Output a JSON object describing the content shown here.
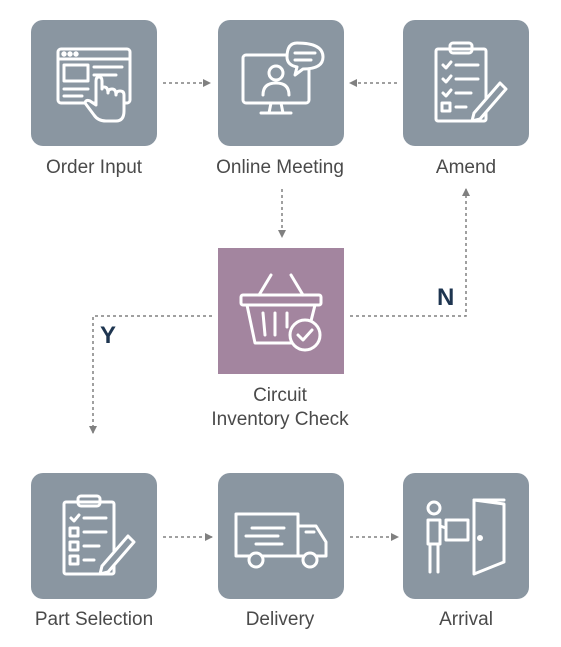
{
  "colors": {
    "tile": "#8a96a1",
    "center_tile": "#a3859f",
    "connector": "#808080",
    "label": "#4a4a4a",
    "decision": "#1e3550"
  },
  "steps": [
    {
      "label": "Order Input",
      "icon": "cursor-hand-icon"
    },
    {
      "label": "Online Meeting",
      "icon": "video-chat-icon"
    },
    {
      "label": "Amend",
      "icon": "clipboard-edit-icon"
    },
    {
      "label": "Circuit\nInventory Check",
      "icon": "basket-check-icon"
    },
    {
      "label": "Part Selection",
      "icon": "clipboard-checklist-icon"
    },
    {
      "label": "Delivery",
      "icon": "truck-icon"
    },
    {
      "label": "Arrival",
      "icon": "delivery-person-icon"
    }
  ],
  "decisions": {
    "yes": "Y",
    "no": "N"
  }
}
